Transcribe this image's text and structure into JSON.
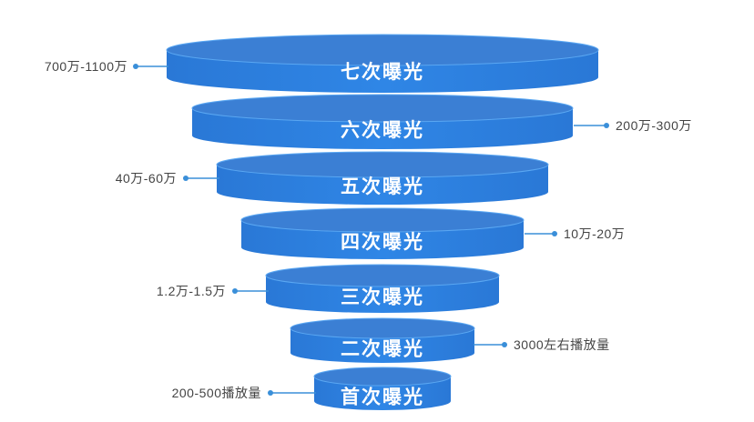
{
  "colors": {
    "disc_top": "#3b7fd4",
    "disc_side": "#2f86e6",
    "disc_rim": "#5aa7f2",
    "text_on_disc": "#ffffff",
    "callout_line": "#3a8fd9",
    "callout_dot": "#3a8fd9",
    "side_text": "#444444"
  },
  "funnel": {
    "tiers": [
      {
        "label": "七次曝光",
        "value": "700万-1100万",
        "side": "left"
      },
      {
        "label": "六次曝光",
        "value": "200万-300万",
        "side": "right"
      },
      {
        "label": "五次曝光",
        "value": "40万-60万",
        "side": "left"
      },
      {
        "label": "四次曝光",
        "value": "10万-20万",
        "side": "right"
      },
      {
        "label": "三次曝光",
        "value": "1.2万-1.5万",
        "side": "left"
      },
      {
        "label": "二次曝光",
        "value": "3000左右播放量",
        "side": "right"
      },
      {
        "label": "首次曝光",
        "value": "200-500播放量",
        "side": "left"
      }
    ]
  }
}
